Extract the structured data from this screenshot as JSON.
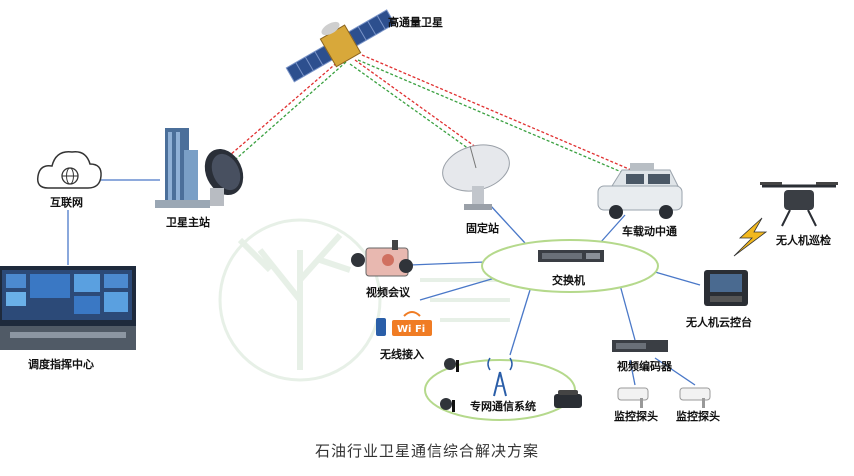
{
  "caption": "石油行业卫星通信综合解决方案",
  "nodes": {
    "satellite": "高通量卫星",
    "internet": "互联网",
    "satellite_station": "卫星主站",
    "dispatch_center": "调度指挥中心",
    "fixed_station": "固定站",
    "vehicle_station": "车载动中通",
    "video_conference": "视频会议",
    "switch": "交换机",
    "drone_patrol": "无人机巡检",
    "drone_cloud_control": "无人机云控台",
    "wireless_access": "无线接入",
    "wifi_badge": "Wi Fi",
    "video_encoder": "视频编码器",
    "private_network": "专网通信系统",
    "monitor_camera_1": "监控探头",
    "monitor_camera_2": "监控探头"
  },
  "colors": {
    "link_line": "#4a78c8",
    "ellipse_stroke": "#b5d98c",
    "sat_link_red": "#e03030",
    "sat_link_green": "#3aa040",
    "wifi_orange": "#f07c24"
  }
}
